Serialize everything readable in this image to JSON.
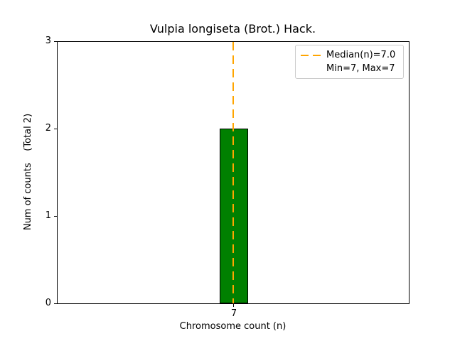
{
  "figure": {
    "title": "Vulpia longiseta (Brot.) Hack.",
    "xlabel": "Chromosome count (n)",
    "ylabel": "Num of counts    (Total 2)"
  },
  "axes": {
    "yticks": [
      "3",
      "2",
      "1",
      "0"
    ],
    "xticks": [
      "7"
    ]
  },
  "legend": {
    "median_label": "Median(n)=7.0",
    "minmax_label": "Min=7, Max=7"
  },
  "colors": {
    "bar_fill": "#008000",
    "bar_edge": "#000000",
    "median_line": "#FFA500",
    "legend_border": "#cccccc",
    "text": "#000000"
  },
  "chart_data": {
    "type": "bar",
    "title": "Vulpia longiseta (Brot.) Hack.",
    "xlabel": "Chromosome count (n)",
    "ylabel": "Num of counts    (Total 2)",
    "categories": [
      7
    ],
    "values": [
      2
    ],
    "total_counts": 2,
    "ylim": [
      0,
      3
    ],
    "yticks": [
      0,
      1,
      2,
      3
    ],
    "median_n": 7.0,
    "min_n": 7,
    "max_n": 7,
    "legend_entries": [
      "Median(n)=7.0",
      "Min=7, Max=7"
    ],
    "legend_position": "upper right",
    "grid": false,
    "bar_color": "#008000",
    "bar_edge_color": "#000000",
    "median_line_color": "#FFA500",
    "median_line_style": "dashed"
  }
}
